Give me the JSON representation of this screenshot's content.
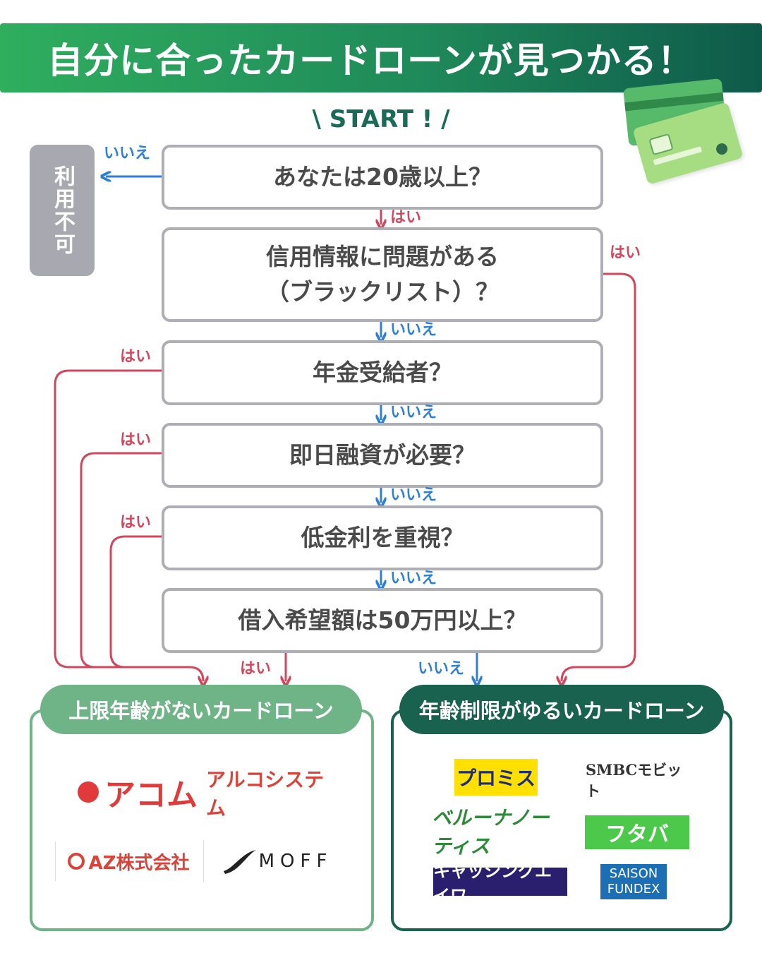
{
  "title": "自分に合ったカードローンが見つかる！",
  "start": "\\ START ! /",
  "colors": {
    "yes": "#d0485e",
    "no": "#2f7fd3",
    "header_start": "#2fae5e",
    "header_end": "#0e5a4a",
    "left_result": "#6fb486",
    "right_result": "#19624f",
    "box_border": "#aeaeb6"
  },
  "questions": [
    "あなたは20歳以上？",
    "信用情報に問題がある",
    "（ブラックリスト）？",
    "年金受給者？",
    "即日融資が必要？",
    "低金利を重視？",
    "借入希望額は50万円以上？"
  ],
  "not_available": "利用不可",
  "labels": {
    "yes": "はい",
    "no": "いいえ"
  },
  "results": {
    "left": {
      "title": "上限年齢がないカードローン",
      "logos": [
        "アコム",
        "アルコシステム",
        "AZ株式会社",
        "MOFF"
      ]
    },
    "right": {
      "title": "年齢制限がゆるいカードローン",
      "logos": [
        "プロミス",
        "SMBCモビット",
        "ベルーナノーティス",
        "フタバ",
        "キャッシングエイワ",
        "SAISON",
        "FUNDEX"
      ]
    }
  }
}
